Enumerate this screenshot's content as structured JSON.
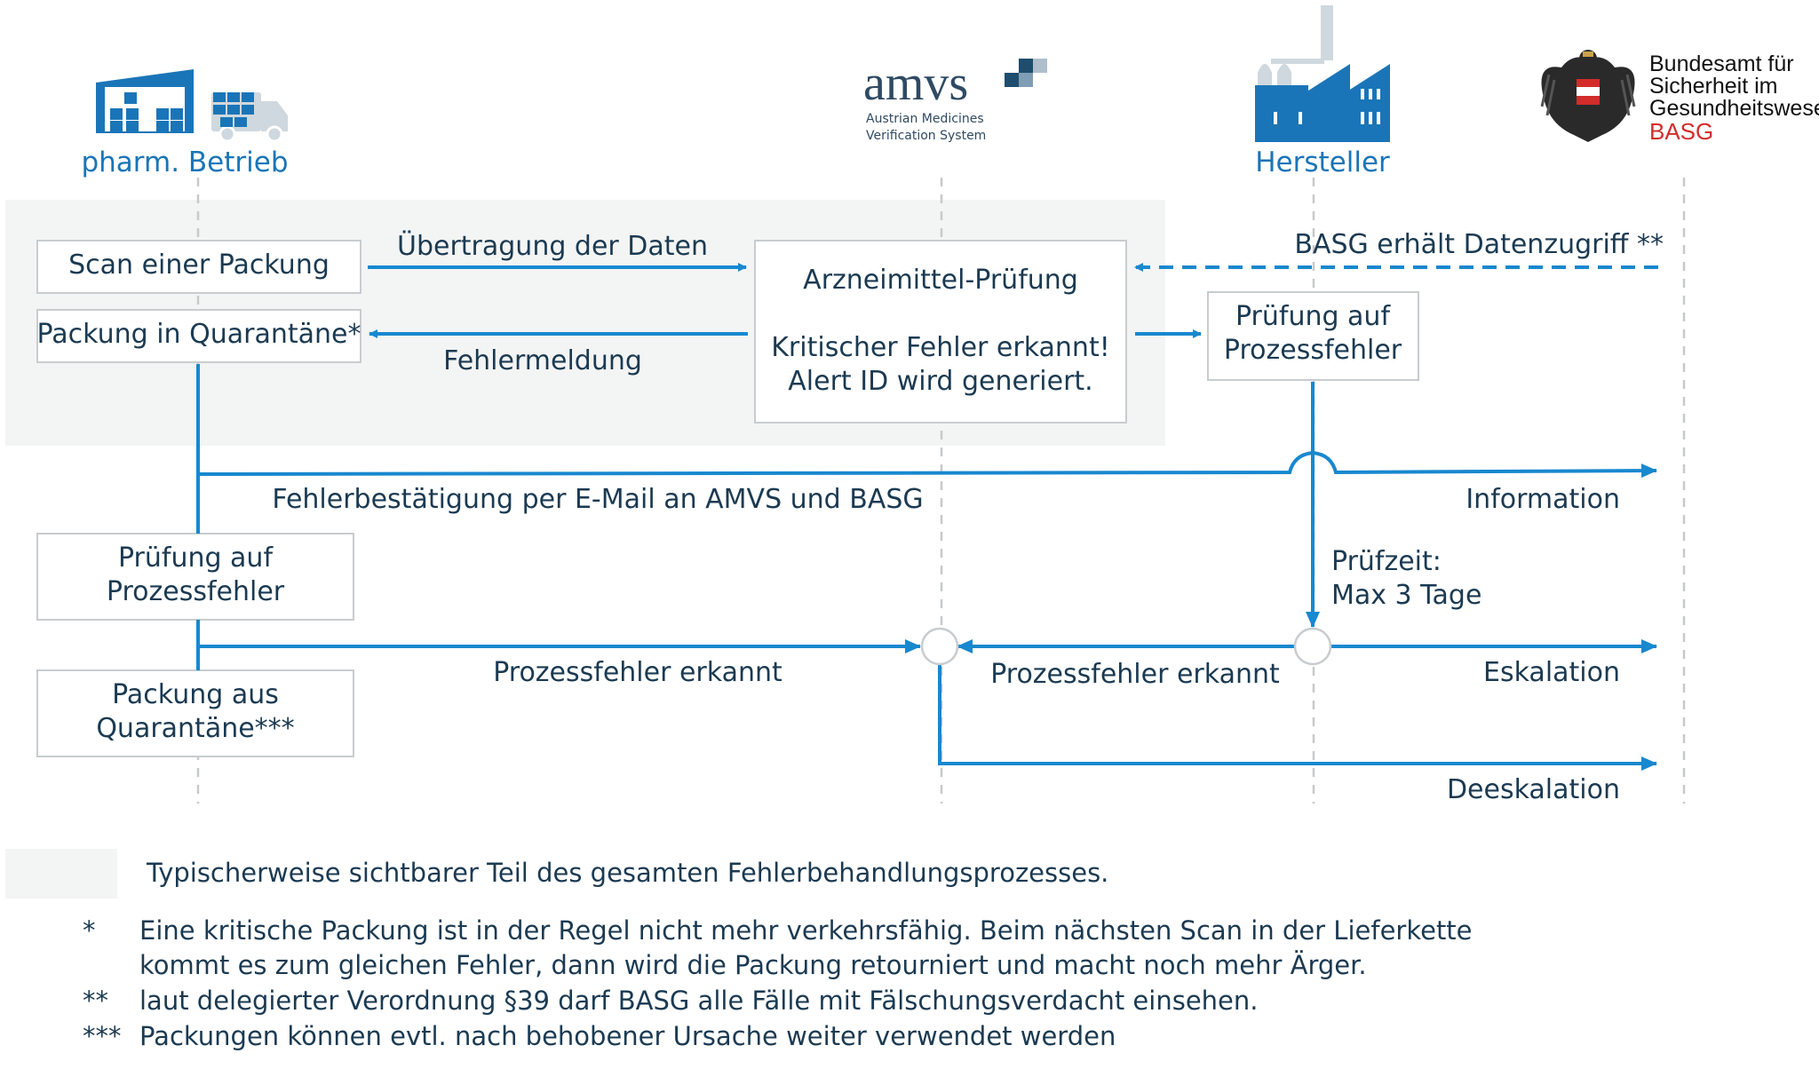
{
  "actors": {
    "pharm": "pharm. Betrieb",
    "amvs_word": "amvs",
    "amvs_sub1": "Austrian Medicines",
    "amvs_sub2": "Verification System",
    "hersteller": "Hersteller",
    "basg_line1": "Bundesamt für",
    "basg_line2": "Sicherheit im",
    "basg_line3": "Gesundheitswesen",
    "basg_line4": "BASG"
  },
  "boxes": {
    "scan": "Scan einer Packung",
    "quarantine": "Packung in Quarantäne*",
    "amp_title": "Arzneimittel-Prüfung",
    "amp_line2": "Kritischer Fehler erkannt!",
    "amp_line3": "Alert ID wird generiert.",
    "herst_check_1": "Prüfung auf",
    "herst_check_2": "Prozessfehler",
    "pharm_check_1": "Prüfung auf",
    "pharm_check_2": "Prozessfehler",
    "release_1": "Packung aus",
    "release_2": "Quarantäne***"
  },
  "flows": {
    "transfer": "Übertragung der Daten",
    "error_msg": "Fehlermeldung",
    "basg_access": "BASG erhält Datenzugriff **",
    "email_confirm": "Fehlerbestätigung per E-Mail an AMVS und BASG",
    "information": "Information",
    "pruefzeit_1": "Prüfzeit:",
    "pruefzeit_2": "Max 3 Tage",
    "process_error_left": "Prozessfehler erkannt",
    "process_error_right": "Prozessfehler erkannt",
    "escalation": "Eskalation",
    "deescalation": "Deeskalation"
  },
  "legend": {
    "visible_part": "Typischerweise sichtbarer Teil des gesamten Fehlerbehandlungsprozesses."
  },
  "footnotes": [
    {
      "mark": "*",
      "lines": [
        "Eine kritische Packung ist in der Regel nicht mehr verkehrsfähig. Beim nächsten Scan in der Lieferkette",
        "kommt es zum gleichen Fehler, dann wird die Packung retourniert und macht noch mehr Ärger."
      ]
    },
    {
      "mark": "**",
      "lines": [
        "laut delegierter Verordnung §39 darf BASG alle Fälle mit Fälschungsverdacht einsehen."
      ]
    },
    {
      "mark": "***",
      "lines": [
        "Packungen können evtl. nach behobener Ursache weiter verwendet werden"
      ]
    }
  ],
  "colors": {
    "flow": "#1888cf",
    "actor_icon": "#1a75b8",
    "text": "#1b3a52",
    "visible_region": "#f3f4f4",
    "basg_red": "#d42b2b"
  }
}
